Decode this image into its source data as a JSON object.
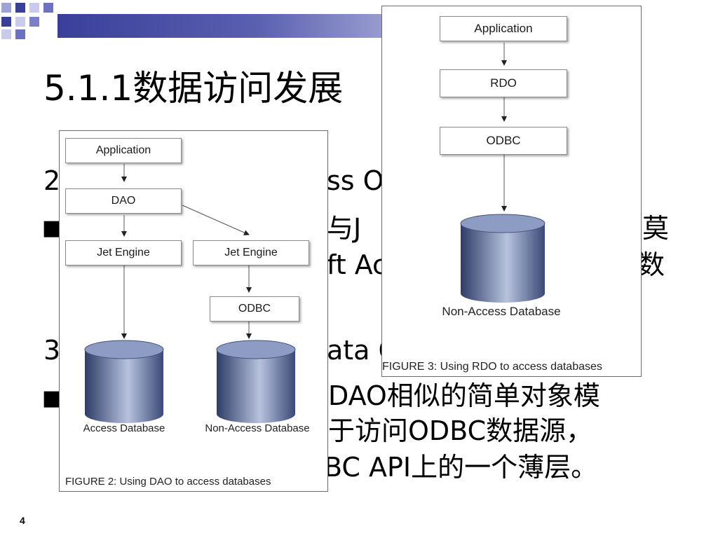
{
  "slide": {
    "title": "5.1.1数据访问发展",
    "lines": [
      "2",
      "ss O",
      "■",
      "与J",
      "莫",
      "ft Ac",
      "数",
      "3",
      "ata C",
      "■",
      "DAO相似的简单对象模",
      "于访问ODBC数据源，",
      "BC API上的一个薄层。"
    ],
    "page_number": "4"
  },
  "figure2": {
    "boxes": [
      "Application",
      "DAO",
      "Jet Engine",
      "Jet Engine",
      "ODBC"
    ],
    "databases": [
      "Access Database",
      "Non-Access Database"
    ],
    "caption": "FIGURE 2: Using DAO to access databases"
  },
  "figure3": {
    "boxes": [
      "Application",
      "RDO",
      "ODBC"
    ],
    "database": "Non-Access Database",
    "caption": "FIGURE 3: Using RDO to access databases"
  },
  "colors": {
    "accent_dark": "#3a3f9a",
    "accent_light": "#b9bddf",
    "cylinder_dark": "#2e3d68",
    "cylinder_light": "#b7c2dd"
  }
}
